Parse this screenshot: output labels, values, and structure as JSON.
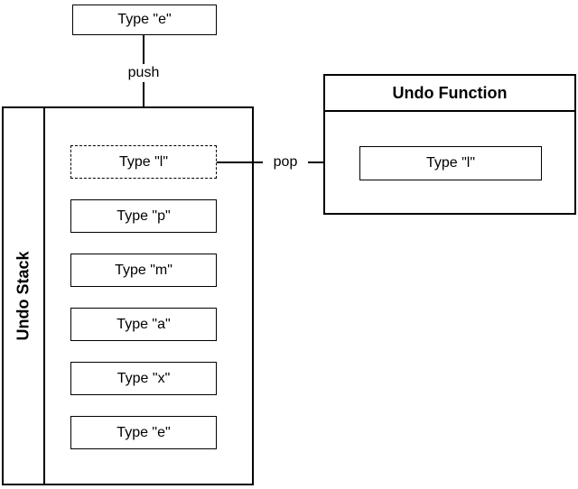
{
  "diagram": {
    "input_box": {
      "label": "Type \"e\""
    },
    "push_arrow": {
      "label": "push"
    },
    "pop_arrow": {
      "label": "pop"
    },
    "undo_stack": {
      "title": "Undo Stack",
      "items": [
        {
          "label": "Type \"l\"",
          "style": "dashed"
        },
        {
          "label": "Type \"p\"",
          "style": "solid"
        },
        {
          "label": "Type \"m\"",
          "style": "solid"
        },
        {
          "label": "Type \"a\"",
          "style": "solid"
        },
        {
          "label": "Type \"x\"",
          "style": "solid"
        },
        {
          "label": "Type \"e\"",
          "style": "solid"
        }
      ]
    },
    "undo_function": {
      "title": "Undo Function",
      "item": {
        "label": "Type \"l\""
      }
    },
    "colors": {
      "stroke": "#000000",
      "fill": "#ffffff"
    }
  }
}
